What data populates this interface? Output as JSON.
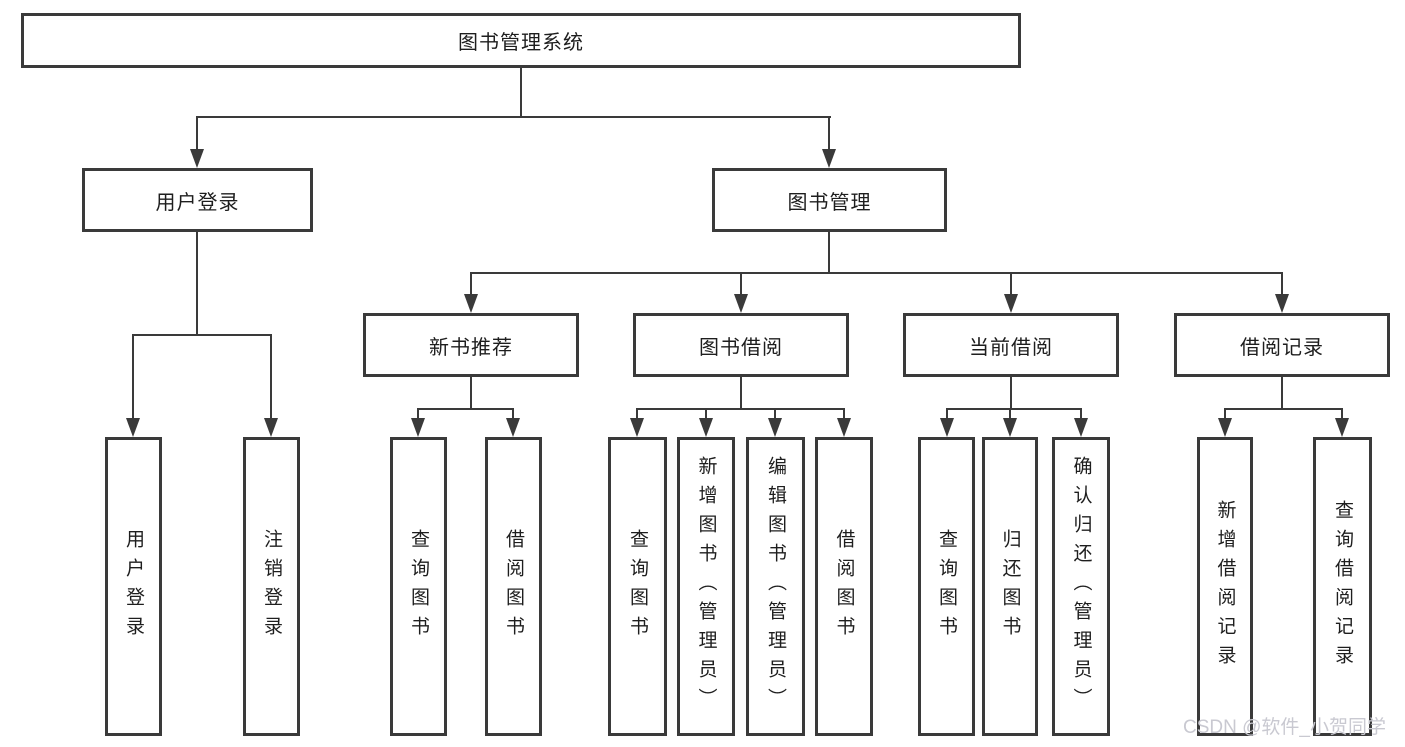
{
  "nodes": {
    "root": "图书管理系统",
    "user_login": "用户登录",
    "book_mgmt": "图书管理",
    "new_book_rec": "新书推荐",
    "book_borrow": "图书借阅",
    "current_borrow": "当前借阅",
    "borrow_record": "借阅记录",
    "leaf_user_login": "用户登录",
    "leaf_logout": "注销登录",
    "leaf_query_book_a": "查询图书",
    "leaf_borrow_book_a": "借阅图书",
    "leaf_query_book_b": "查询图书",
    "leaf_add_book_admin": "新增图书（管理员）",
    "leaf_edit_book_admin": "编辑图书（管理员）",
    "leaf_borrow_book_b": "借阅图书",
    "leaf_query_book_c": "查询图书",
    "leaf_return_book": "归还图书",
    "leaf_confirm_return_admin": "确认归还（管理员）",
    "leaf_add_borrow_record": "新增借阅记录",
    "leaf_query_borrow_record": "查询借阅记录"
  },
  "colors": {
    "line": "#3a3a3a",
    "text": "#1e1e1e",
    "watermark": "#c9c9d1",
    "background": "#ffffff"
  },
  "watermark": "CSDN @软件_小贺同学"
}
